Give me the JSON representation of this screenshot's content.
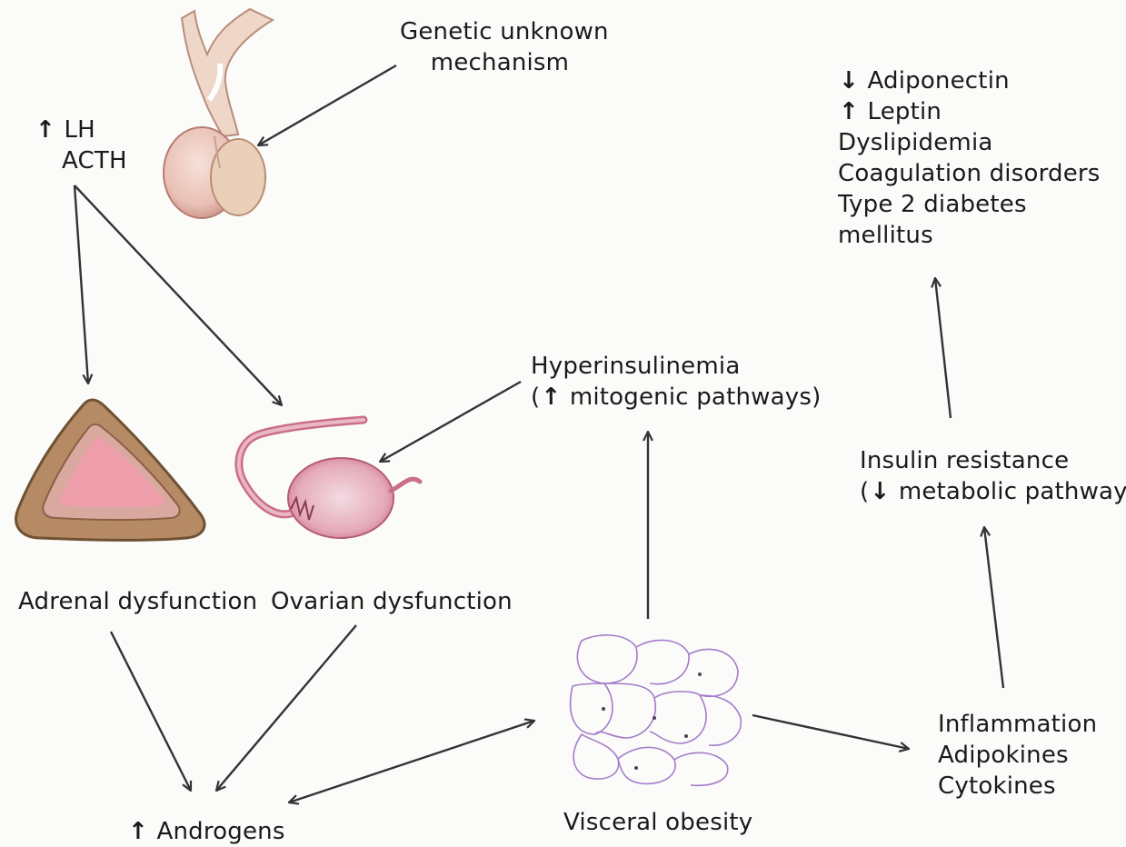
{
  "colors": {
    "background": "#fbfbf9",
    "arrow": "#333333",
    "pituitary": "#e8c2b8",
    "adrenal_outer": "#b58a64",
    "adrenal_inner": "#eba9b0",
    "ovary": "#d98b9c",
    "adipose": "#9b6fc4"
  },
  "icons": {
    "up": "↑",
    "down": "↓"
  },
  "labels": {
    "genetic": [
      "Genetic unknown",
      "mechanism"
    ],
    "lh": "LH",
    "acth": "ACTH",
    "adiponectin": "Adiponectin",
    "leptin": "Leptin",
    "dyslipidemia": "Dyslipidemia",
    "coagulation": "Coagulation disorders",
    "diabetes_1": "Type 2 diabetes",
    "diabetes_2": "mellitus",
    "hyperinsulinemia": "Hyperinsulinemia",
    "mitogenic": "mitogenic pathways)",
    "insulin_resistance": "Insulin resistance",
    "metabolic": "metabolic pathway)",
    "adrenal_dysfunction": "Adrenal dysfunction",
    "ovarian_dysfunction": "Ovarian dysfunction",
    "androgens": "Androgens",
    "visceral_obesity": "Visceral obesity",
    "inflammation": "Inflammation",
    "adipokines": "Adipokines",
    "cytokines": "Cytokines"
  }
}
